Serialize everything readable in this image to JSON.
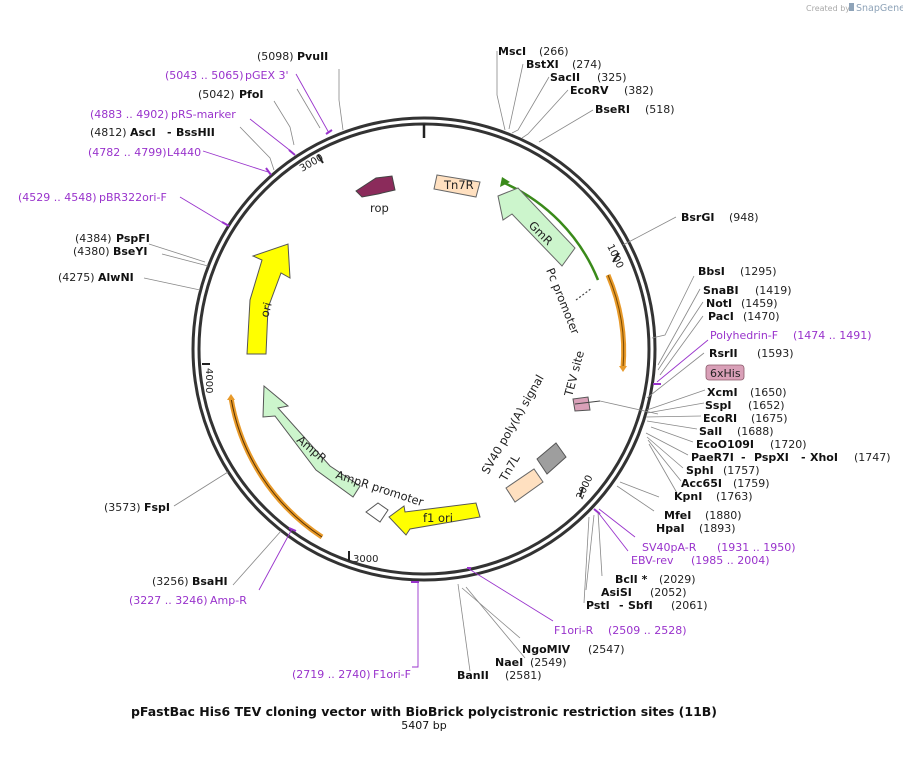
{
  "credit": {
    "created_by": "Created by",
    "brand": "SnapGene"
  },
  "title": "pFastBac His6 TEV cloning vector with BioBrick polycistronic restriction sites (11B)",
  "length": "5407 bp",
  "ticks": [
    "1000",
    "2000",
    "3000",
    "4000",
    "3000"
  ],
  "features": {
    "tn7r": "Tn7R",
    "rop": "rop",
    "gmr": "GmR",
    "pc_promoter": "Pc promoter",
    "ori": "ori",
    "ampr": "AmpR",
    "ampr_promoter": "AmpR promoter",
    "f1ori": "f1 ori",
    "tn7l": "Tn7L",
    "sv40": "SV40 poly(A) signal",
    "tev": "TEV site",
    "his": "6xHis"
  },
  "labels": {
    "pvuii_pos": "(5098)",
    "pvuii": "PvuII",
    "pgex_pos": "(5043 .. 5065)",
    "pgex": "pGEX 3'",
    "pfoi_pos": "(5042)",
    "pfoi": "PfoI",
    "prs_pos": "(4883 .. 4902)",
    "prs": "pRS-marker",
    "asci_pos": "(4812)",
    "asci": "AscI",
    "asci_sep": "-",
    "bsshii": "BssHII",
    "l4440_pos": "(4782 .. 4799)",
    "l4440": "L4440",
    "pbr_pos": "(4529 .. 4548)",
    "pbr": "pBR322ori-F",
    "pspfi_pos": "(4384)",
    "pspfi": "PspFI",
    "bseyi_pos": "(4380)",
    "bseyi": "BseYI",
    "alwni_pos": "(4275)",
    "alwni": "AlwNI",
    "fspi_pos": "(3573)",
    "fspi": "FspI",
    "bsahi_pos": "(3256)",
    "bsahi": "BsaHI",
    "ampr_p_pos": "(3227 .. 3246)",
    "ampr_p": "Amp-R",
    "f1orif_pos": "(2719 .. 2740)",
    "f1orif": "F1ori-F",
    "bani": "BanII",
    "bani_pos": "(2581)",
    "naei": "NaeI",
    "naei_pos": "(2549)",
    "ngomiv": "NgoMIV",
    "ngomiv_pos": "(2547)",
    "f1orir": "F1ori-R",
    "f1orir_pos": "(2509 .. 2528)",
    "psti": "PstI",
    "psti_sep": "-",
    "sbfi": "SbfI",
    "psti_pos": "(2061)",
    "asisi": "AsiSI",
    "asisi_pos": "(2052)",
    "bcli": "BclI *",
    "bcli_pos": "(2029)",
    "ebv": "EBV-rev",
    "ebv_pos": "(1985 .. 2004)",
    "sv40pa": "SV40pA-R",
    "sv40pa_pos": "(1931 .. 1950)",
    "hpai": "HpaI",
    "hpai_pos": "(1893)",
    "mfei": "MfeI",
    "mfei_pos": "(1880)",
    "kpni": "KpnI",
    "kpni_pos": "(1763)",
    "acc65i": "Acc65I",
    "acc65i_pos": "(1759)",
    "sphi": "SphI",
    "sphi_pos": "(1757)",
    "paer7i": "PaeR7I",
    "paer_sep1": "-",
    "pspxi": "PspXI",
    "paer_sep2": "-",
    "xhoi": "XhoI",
    "xhoi_pos": "(1747)",
    "ecoo109i": "EcoO109I",
    "ecoo109i_pos": "(1720)",
    "sali": "SalI",
    "sali_pos": "(1688)",
    "ecori": "EcoRI",
    "ecori_pos": "(1675)",
    "sspi": "SspI",
    "sspi_pos": "(1652)",
    "xcmi": "XcmI",
    "xcmi_pos": "(1650)",
    "rsrii": "RsrII",
    "rsrii_pos": "(1593)",
    "polyh": "Polyhedrin-F",
    "polyh_pos": "(1474 .. 1491)",
    "paci": "PacI",
    "paci_pos": "(1470)",
    "noti": "NotI",
    "noti_pos": "(1459)",
    "snabi": "SnaBI",
    "snabi_pos": "(1419)",
    "bbsi": "BbsI",
    "bbsi_pos": "(1295)",
    "bsrgi": "BsrGI",
    "bsrgi_pos": "(948)",
    "bseri": "BseRI",
    "bseri_pos": "(518)",
    "ecorv": "EcoRV",
    "ecorv_pos": "(382)",
    "sacii": "SacII",
    "sacii_pos": "(325)",
    "bstxi": "BstXI",
    "bstxi_pos": "(274)",
    "msci": "MscI",
    "msci_pos": "(266)"
  },
  "colors": {
    "backbone": "#333333",
    "primer": "#9933cc",
    "yellow": "#ffff00",
    "green": "#ccf5cc",
    "orange": "#f5a623",
    "rop": "#8b2b5b",
    "peach": "#ffe0c0",
    "gray": "#9e9e9e",
    "his": "#d9a0b8",
    "darkgreen": "#3a8a1a"
  }
}
